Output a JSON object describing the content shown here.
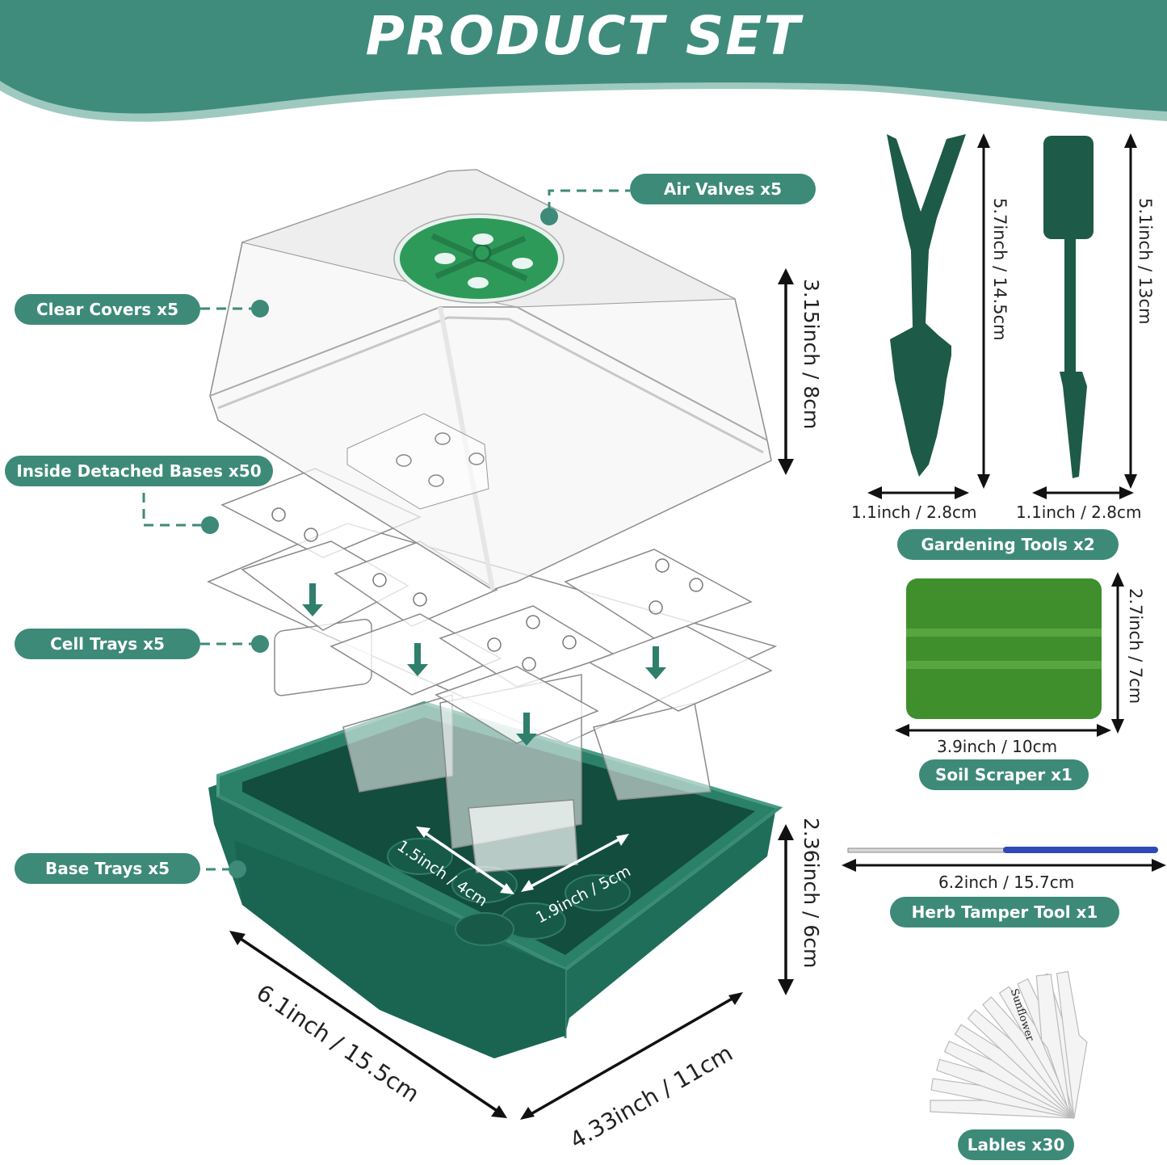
{
  "header": {
    "title": "PRODUCT SET",
    "band_color": "#3f8c7c",
    "band_edge_color": "#9ec9bf"
  },
  "colors": {
    "pill_bg": "#3d8a78",
    "pill_text": "#ffffff",
    "tray_green": "#1f6e5a",
    "tool_green": "#1e5a48",
    "scraper_green": "#3f8f2c",
    "valve_green": "#2e9a5a",
    "tamper_blue": "#2f49b8"
  },
  "callouts": {
    "air_valves": "Air Valves x5",
    "clear_covers": "Clear Covers x5",
    "inside_bases": "Inside Detached Bases x50",
    "cell_trays": "Cell Trays x5",
    "base_trays": "Base Trays x5"
  },
  "main_dimensions": {
    "cover_height": "3.15inch / 8cm",
    "tray_height": "2.36inch / 6cm",
    "tray_length": "6.1inch / 15.5cm",
    "tray_width": "4.33inch / 11cm",
    "cell_depth": "1.5inch / 4cm",
    "cell_width": "1.9inch / 5cm"
  },
  "accessories": {
    "gardening_tools": {
      "label": "Gardening Tools x2",
      "tool1_height": "5.7inch / 14.5cm",
      "tool1_width": "1.1inch / 2.8cm",
      "tool2_height": "5.1inch / 13cm",
      "tool2_width": "1.1inch / 2.8cm"
    },
    "soil_scraper": {
      "label": "Soil Scraper x1",
      "height": "2.7inch / 7cm",
      "width": "3.9inch / 10cm"
    },
    "herb_tamper": {
      "label": "Herb Tamper Tool x1",
      "length": "6.2inch / 15.7cm"
    },
    "labels": {
      "label": "Lables x30",
      "sample_text": "Sunflower"
    }
  }
}
